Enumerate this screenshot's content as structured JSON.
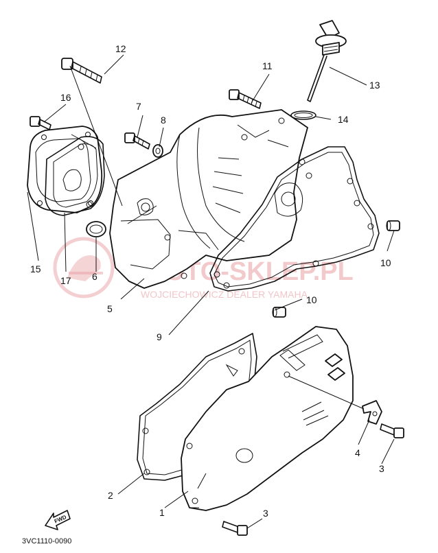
{
  "callouts": [
    {
      "id": "c1",
      "label": "1"
    },
    {
      "id": "c2",
      "label": "2"
    },
    {
      "id": "c3a",
      "label": "3"
    },
    {
      "id": "c3b",
      "label": "3"
    },
    {
      "id": "c4",
      "label": "4"
    },
    {
      "id": "c5",
      "label": "5"
    },
    {
      "id": "c6",
      "label": "6"
    },
    {
      "id": "c7",
      "label": "7"
    },
    {
      "id": "c8",
      "label": "8"
    },
    {
      "id": "c9",
      "label": "9"
    },
    {
      "id": "c10a",
      "label": "10"
    },
    {
      "id": "c10b",
      "label": "10"
    },
    {
      "id": "c11",
      "label": "11"
    },
    {
      "id": "c12",
      "label": "12"
    },
    {
      "id": "c13",
      "label": "13"
    },
    {
      "id": "c14",
      "label": "14"
    },
    {
      "id": "c15",
      "label": "15"
    },
    {
      "id": "c16",
      "label": "16"
    },
    {
      "id": "c17",
      "label": "17"
    }
  ],
  "diagram_code": "3VC1110-0090",
  "fwd_label": "FWD",
  "watermark": {
    "title": "MOTO-SKLEP.PL",
    "subtitle": "WOJCIECHOWICZ DEALER YAMAHA"
  },
  "colors": {
    "line": "#111111",
    "watermark": "#e9a0a4",
    "background": "#ffffff"
  }
}
